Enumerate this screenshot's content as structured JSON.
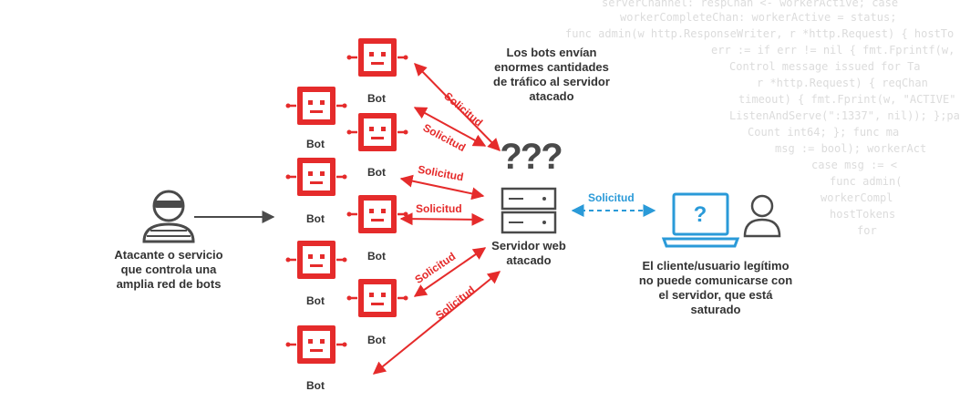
{
  "code_lines": [
    "serverChannel: respChan <- workerActive; case",
    "workerCompleteChan: workerActive = status;",
    "func admin(w http.ResponseWriter, r *http.Request) { hostTo",
    "err := if err != nil { fmt.Fprintf(w,",
    "Control message issued for Ta",
    "r *http.Request) { reqChan",
    "timeout) { fmt.Fprint(w, \"ACTIVE\"",
    "ListenAndServe(\":1337\", nil)); };pa",
    "Count int64; }; func ma",
    "msg := bool); workerAct",
    "case msg := <",
    "func admin(",
    "workerCompl",
    "hostTokens",
    "for"
  ],
  "attacker": {
    "icon": "hacker-icon",
    "label_lines": [
      "Atacante o servicio",
      "que controla una",
      "amplia red de bots"
    ]
  },
  "bots": {
    "label": "Bot",
    "icon": "robot-icon",
    "color": "#e52b2b"
  },
  "request_label": "Solicitud",
  "bots_caption_lines": [
    "Los bots envían",
    "enormes cantidades",
    "de tráfico al servidor",
    "atacado"
  ],
  "server": {
    "icon": "server-icon",
    "question_marks": "???",
    "label_lines": [
      "Servidor web",
      "atacado"
    ]
  },
  "legit_request_label": "Solicitud",
  "client": {
    "laptop_icon": "laptop-question-icon",
    "user_icon": "user-icon",
    "label_lines": [
      "El cliente/usuario legítimo",
      "no puede comunicarse con",
      "el servidor, que está",
      "saturado"
    ]
  },
  "colors": {
    "attack": "#e52b2b",
    "legit": "#2a9ad8",
    "dark": "#4a4a4a",
    "text": "#333333"
  }
}
